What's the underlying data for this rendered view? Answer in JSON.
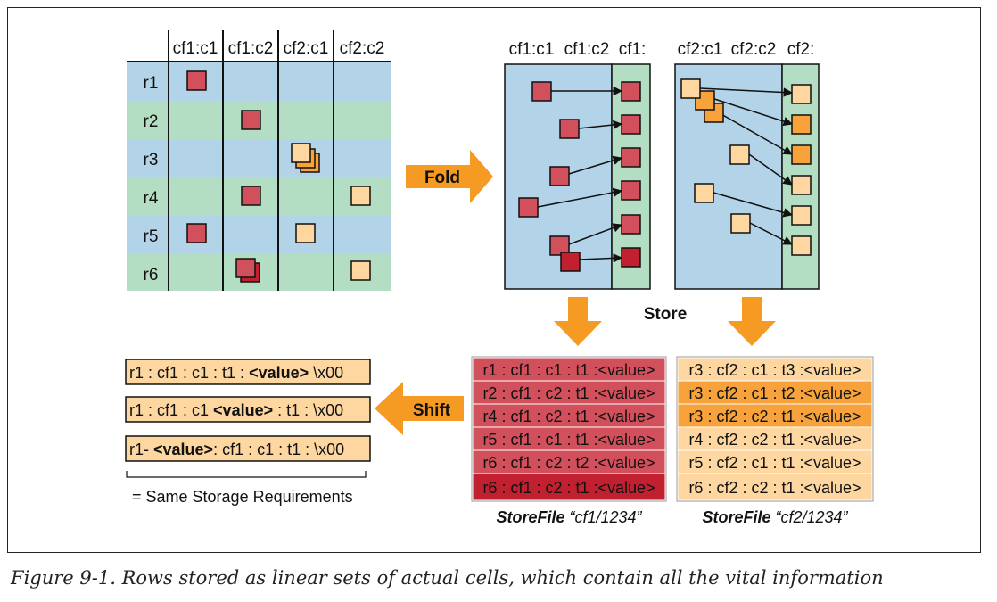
{
  "table": {
    "columns": [
      "cf1:c1",
      "cf1:c2",
      "cf2:c1",
      "cf2:c2"
    ],
    "rows": [
      "r1",
      "r2",
      "r3",
      "r4",
      "r5",
      "r6"
    ]
  },
  "fold_label": "Fold",
  "store_label": "Store",
  "store_cf1_headers": [
    "cf1:c1",
    "cf1:c2",
    "cf1:"
  ],
  "store_cf2_headers": [
    "cf2:c1",
    "cf2:c2",
    "cf2:"
  ],
  "storefile_cf1": {
    "rows": [
      "r1 : cf1 : c1 : t1 :<value>",
      "r2 : cf1 : c2 : t1 :<value>",
      "r4 : cf1 : c2 : t1 :<value>",
      "r5 : cf1 : c1 : t1 :<value>",
      "r6 : cf1 : c2 : t2 :<value>",
      "r6 : cf1 : c2 : t1 :<value>"
    ],
    "caption_prefix": "StoreFile",
    "caption_name": "“cf1/1234”"
  },
  "storefile_cf2": {
    "rows": [
      "r3 : cf2 : c1 : t3 :<value>",
      "r3 : cf2 : c1 : t2 :<value>",
      "r3 : cf2 : c2 : t1 :<value>",
      "r4 : cf2 : c2 : t1 :<value>",
      "r5 : cf2 : c1 : t1 :<value>",
      "r6 : cf2 : c2 : t1 :<value>"
    ],
    "caption_prefix": "StoreFile",
    "caption_name": "“cf2/1234”"
  },
  "shift_label": "Shift",
  "key_layouts": [
    {
      "pre": "r1 : cf1 : c1 : t1 : ",
      "bold": "<value>",
      "post": " \\x00"
    },
    {
      "pre": "r1 : cf1 : c1 ",
      "bold": "<value>",
      "post": " : t1 : \\x00"
    },
    {
      "pre": "r1- ",
      "bold": "<value>",
      "post": ": cf1 : c1 : t1 : \\x00"
    }
  ],
  "same_storage_label": "= Same Storage Requirements",
  "figure_caption": "Figure 9-1. Rows stored as linear sets of actual cells, which contain all the vital information",
  "colors": {
    "row_blue": "#b2d3e8",
    "row_green": "#b3dec3",
    "cell_red": "#d1505c",
    "cell_red_dark": "#c02030",
    "cell_orange_light": "#fdd6a0",
    "cell_orange": "#f7a23a",
    "arrow_orange": "#f59a23"
  }
}
